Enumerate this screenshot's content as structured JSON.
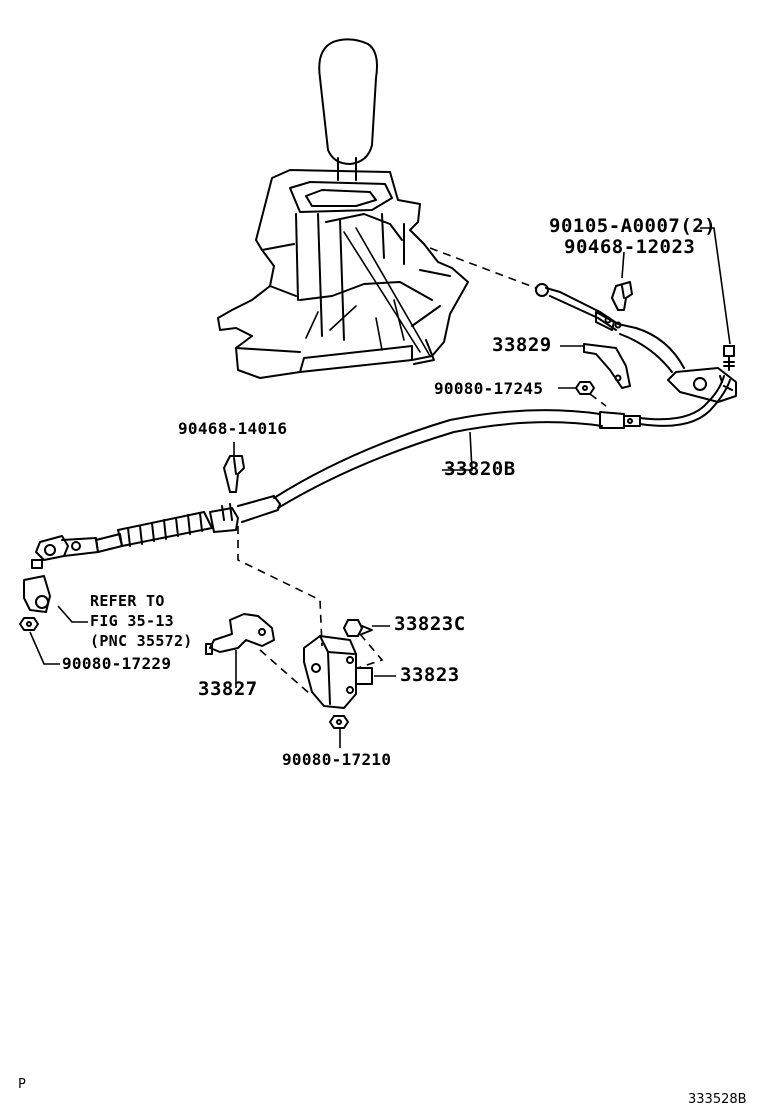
{
  "labels": {
    "p_90105": "90105-A0007(2)",
    "p_90468_12023": "90468-12023",
    "p_33829": "33829",
    "p_90080_17245": "90080-17245",
    "p_90468_14016": "90468-14016",
    "p_33820B": "33820B",
    "refer_line1": "REFER TO",
    "refer_line2": "FIG 35-13",
    "refer_line3": "(PNC 35572)",
    "p_90080_17229": "90080-17229",
    "p_33823C": "33823C",
    "p_33823": "33823",
    "p_33827": "33827",
    "p_90080_17210": "90080-17210"
  },
  "footer": {
    "page_mark": "P",
    "figure_code": "333528B"
  },
  "colors": {
    "ink": "#000000",
    "paper": "#ffffff"
  }
}
